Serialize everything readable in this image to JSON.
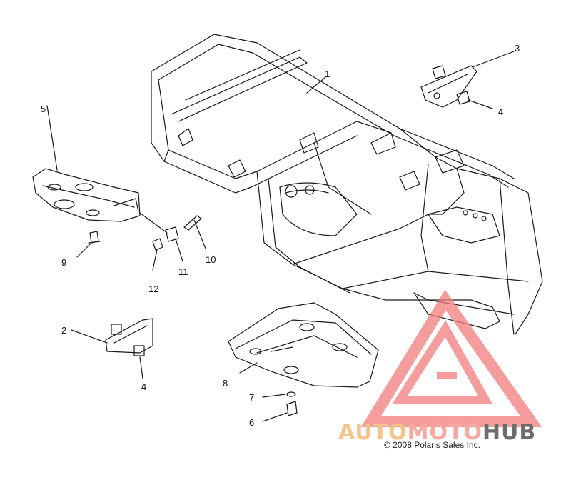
{
  "callouts": [
    {
      "id": "1",
      "text": "1"
    },
    {
      "id": "2",
      "text": "2"
    },
    {
      "id": "3",
      "text": "3"
    },
    {
      "id": "4a",
      "text": "4"
    },
    {
      "id": "4b",
      "text": "4"
    },
    {
      "id": "5",
      "text": "5"
    },
    {
      "id": "6",
      "text": "6"
    },
    {
      "id": "7",
      "text": "7"
    },
    {
      "id": "8",
      "text": "8"
    },
    {
      "id": "9",
      "text": "9"
    },
    {
      "id": "10",
      "text": "10"
    },
    {
      "id": "11",
      "text": "11"
    },
    {
      "id": "12",
      "text": "12"
    }
  ],
  "copyright": "© 2008 Polaris Sales Inc.",
  "watermark": {
    "part1": "AUTO",
    "part2": "MOTO",
    "part3": "HUB",
    "colors": {
      "auto": "#f6c38a",
      "moto": "#f7a9a0",
      "hub": "#6d6d6d",
      "triangle": "#f27c7c"
    }
  }
}
